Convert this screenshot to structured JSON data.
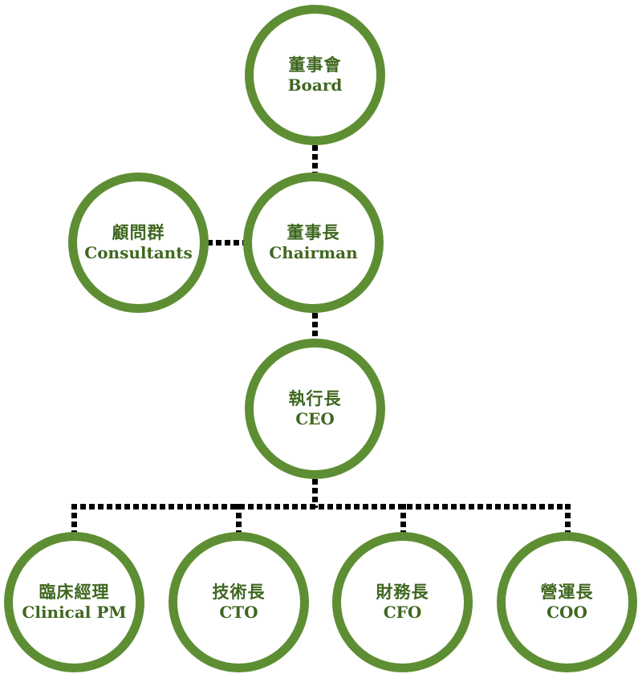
{
  "colors": {
    "ring": "#5e8e33",
    "text": "#3f6720",
    "connector": "#000000"
  },
  "nodes": {
    "board": {
      "zh": "董事會",
      "en": "Board"
    },
    "consultants": {
      "zh": "顧問群",
      "en": "Consultants"
    },
    "chairman": {
      "zh": "董事長",
      "en": "Chairman"
    },
    "ceo": {
      "zh": "執行長",
      "en": "CEO"
    },
    "clinical_pm": {
      "zh": "臨床經理",
      "en": "Clinical PM"
    },
    "cto": {
      "zh": "技術長",
      "en": "CTO"
    },
    "cfo": {
      "zh": "財務長",
      "en": "CFO"
    },
    "coo": {
      "zh": "營運長",
      "en": "COO"
    }
  }
}
